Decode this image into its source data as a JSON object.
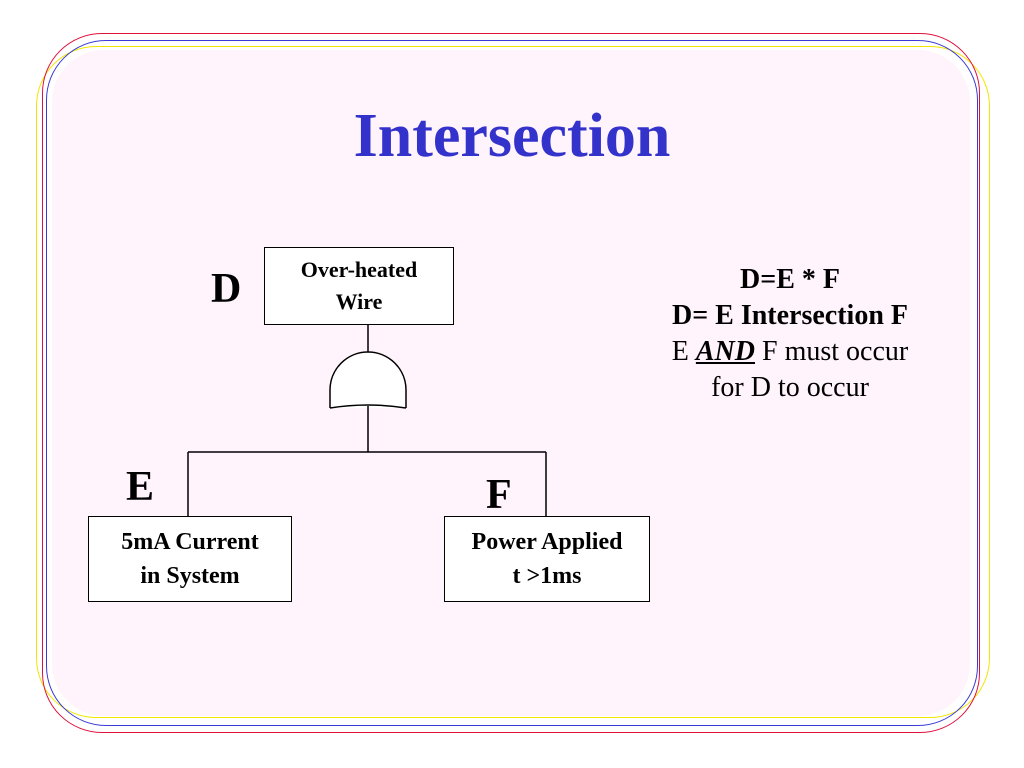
{
  "title": "Intersection",
  "events": {
    "d": {
      "letter": "D",
      "line1": "Over-heated",
      "line2": "Wire"
    },
    "e": {
      "letter": "E",
      "line1": "5mA Current",
      "line2": "in System"
    },
    "f": {
      "letter": "F",
      "line1": "Power Applied",
      "line2": "t >1ms"
    }
  },
  "gate_icon": "and-gate-icon",
  "formula": {
    "line1": "D=E * F",
    "line2": "D= E Intersection F",
    "line3_pre": "E ",
    "line3_and": "AND",
    "line3_post": " F must occur",
    "line4": "for D to occur"
  },
  "colors": {
    "title": "#3333cc",
    "frame_red": "#e0103c",
    "frame_blue": "#3a3ad6",
    "frame_yellow": "#f2e600",
    "background": "#fff3fc"
  }
}
